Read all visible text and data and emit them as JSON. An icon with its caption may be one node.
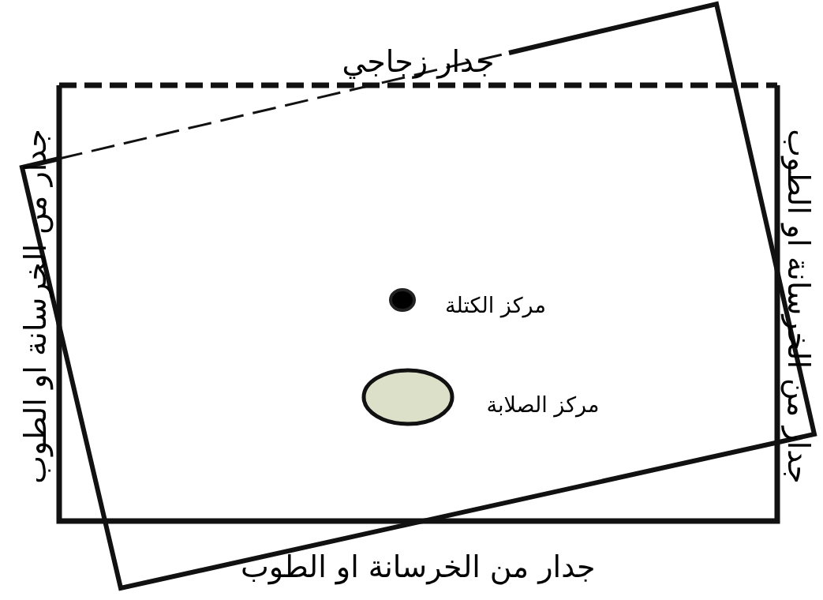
{
  "diagram": {
    "nodes": [
      {
        "text": [],
        "shape": "circle"
      },
      {
        "text": [],
        "shape": "ellipse"
      }
    ],
    "labels": [
      "جدار زجاجي",
      "جدار من الخرسانة او الطوب",
      "جدار من الخرسانة او الطوب",
      "مركز الكتلة",
      "مركز الصلابة",
      "جدار من الخرسانة او الطوب"
    ]
  }
}
